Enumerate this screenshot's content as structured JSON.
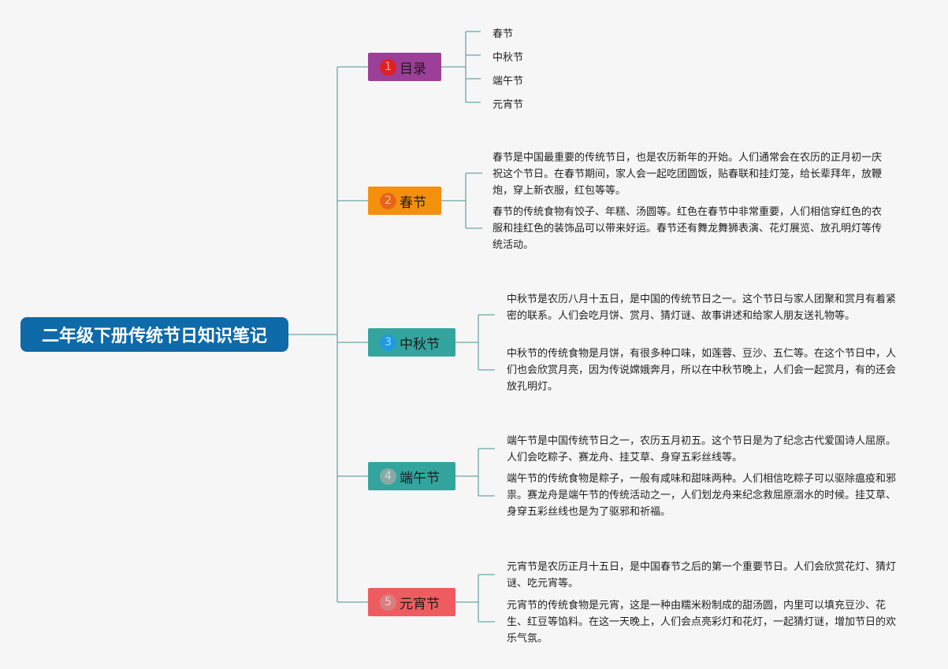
{
  "root": {
    "title": "二年级下册传统节日知识笔记"
  },
  "topics": [
    {
      "badge": "1",
      "label": "目录",
      "color": "#9c3f97",
      "badge_color": "#e02020"
    },
    {
      "badge": "2",
      "label": "春节",
      "color": "#f5900f",
      "badge_color": "#e8641a"
    },
    {
      "badge": "3",
      "label": "中秋节",
      "color": "#34a59e",
      "badge_color": "#1f9be0"
    },
    {
      "badge": "4",
      "label": "端午节",
      "color": "#34a59e",
      "badge_color": "#8aa9a3"
    },
    {
      "badge": "5",
      "label": "元宵节",
      "color": "#ef5c60",
      "badge_color": "#d68080"
    }
  ],
  "toc": [
    "春节",
    "中秋节",
    "端午节",
    "元宵节"
  ],
  "paragraphs": {
    "spring": [
      "春节是中国最重要的传统节日，也是农历新年的开始。人们通常会在农历的正月初一庆祝这个节日。在春节期间，家人会一起吃团圆饭，贴春联和挂灯笼，给长辈拜年，放鞭炮，穿上新衣服，红包等等。",
      "春节的传统食物有饺子、年糕、汤圆等。红色在春节中非常重要，人们相信穿红色的衣服和挂红色的装饰品可以带来好运。春节还有舞龙舞狮表演、花灯展览、放孔明灯等传统活动。"
    ],
    "midautumn": [
      "中秋节是农历八月十五日，是中国的传统节日之一。这个节日与家人团聚和赏月有着紧密的联系。人们会吃月饼、赏月、猜灯谜、故事讲述和给家人朋友送礼物等。",
      "中秋节的传统食物是月饼，有很多种口味，如莲蓉、豆沙、五仁等。在这个节日中，人们也会欣赏月亮，因为传说嫦娥奔月，所以在中秋节晚上，人们会一起赏月，有的还会放孔明灯。"
    ],
    "dragonboat": [
      "端午节是中国传统节日之一，农历五月初五。这个节日是为了纪念古代爱国诗人屈原。人们会吃粽子、赛龙舟、挂艾草、身穿五彩丝线等。",
      "端午节的传统食物是粽子，一般有咸味和甜味两种。人们相信吃粽子可以驱除瘟疫和邪祟。赛龙舟是端午节的传统活动之一，人们划龙舟来纪念救屈原溺水的时候。挂艾草、身穿五彩丝线也是为了驱邪和祈福。"
    ],
    "lantern": [
      "元宵节是农历正月十五日，是中国春节之后的第一个重要节日。人们会欣赏花灯、猜灯谜、吃元宵等。",
      "元宵节的传统食物是元宵，这是一种由糯米粉制成的甜汤圆，内里可以填充豆沙、花生、红豆等馅料。在这一天晚上，人们会点亮彩灯和花灯，一起猜灯谜，增加节日的欢乐气氛。"
    ]
  },
  "colors": {
    "connector": "#6aa6a1",
    "root": "#0e6aa8"
  }
}
